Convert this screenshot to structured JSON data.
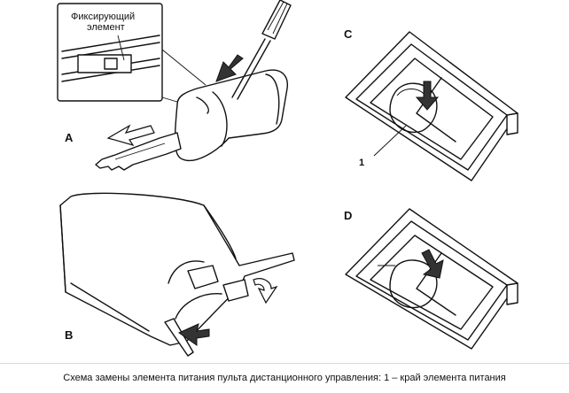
{
  "labels": {
    "a": "A",
    "b": "B",
    "c": "C",
    "d": "D",
    "callout_1": "1",
    "inset_line1": "Фиксирующий",
    "inset_line2": "элемент"
  },
  "caption": "Схема замены элемента питания пульта дистанционного управления: 1 – край элемента питания"
}
